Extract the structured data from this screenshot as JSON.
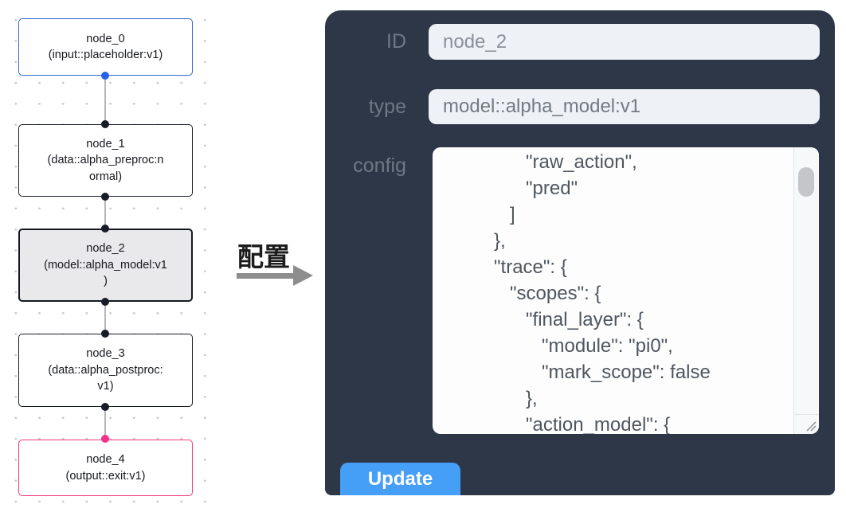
{
  "canvas": {
    "annotation_label": "配置",
    "nodes": [
      {
        "id": "node_0",
        "kind": "input",
        "selected": false,
        "border_color": "#2f6bd3",
        "handle_color": "#2563e8",
        "lines": [
          "node_0",
          "(input::placeholder:v1)"
        ]
      },
      {
        "id": "node_1",
        "kind": "default",
        "selected": false,
        "border_color": "#171c26",
        "handle_color": "#171c26",
        "lines": [
          "node_1",
          "(data::alpha_preproc:n",
          "ormal)"
        ]
      },
      {
        "id": "node_2",
        "kind": "default",
        "selected": true,
        "border_color": "#141922",
        "handle_color": "#171c26",
        "lines": [
          "node_2",
          "(model::alpha_model:v1",
          ")"
        ]
      },
      {
        "id": "node_3",
        "kind": "default",
        "selected": false,
        "border_color": "#171c26",
        "handle_color": "#171c26",
        "lines": [
          "node_3",
          "(data::alpha_postproc:",
          "v1)"
        ]
      },
      {
        "id": "node_4",
        "kind": "output",
        "selected": false,
        "border_color": "#f23a80",
        "handle_color": "#f5308b",
        "lines": [
          "node_4",
          "(output::exit:v1)"
        ]
      }
    ]
  },
  "panel": {
    "id_label": "ID",
    "id_value": "node_2",
    "type_label": "type",
    "type_value": "model::alpha_model:v1",
    "config_label": "config",
    "config_text": "               \"raw_action\",\n               \"pred\"\n            ]\n         },\n         \"trace\": {\n            \"scopes\": {\n               \"final_layer\": {\n                  \"module\": \"pi0\",\n                  \"mark_scope\": false\n               },\n               \"action_model\": {",
    "update_label": "Update"
  },
  "colors": {
    "panel_bg": "#2d3748",
    "accent_blue": "#459ff7",
    "input_node_blue": "#2f6bd3",
    "output_node_pink": "#f23a80",
    "selected_node_bg": "#e9e9eb",
    "edge_gray": "#b6b7bb"
  }
}
